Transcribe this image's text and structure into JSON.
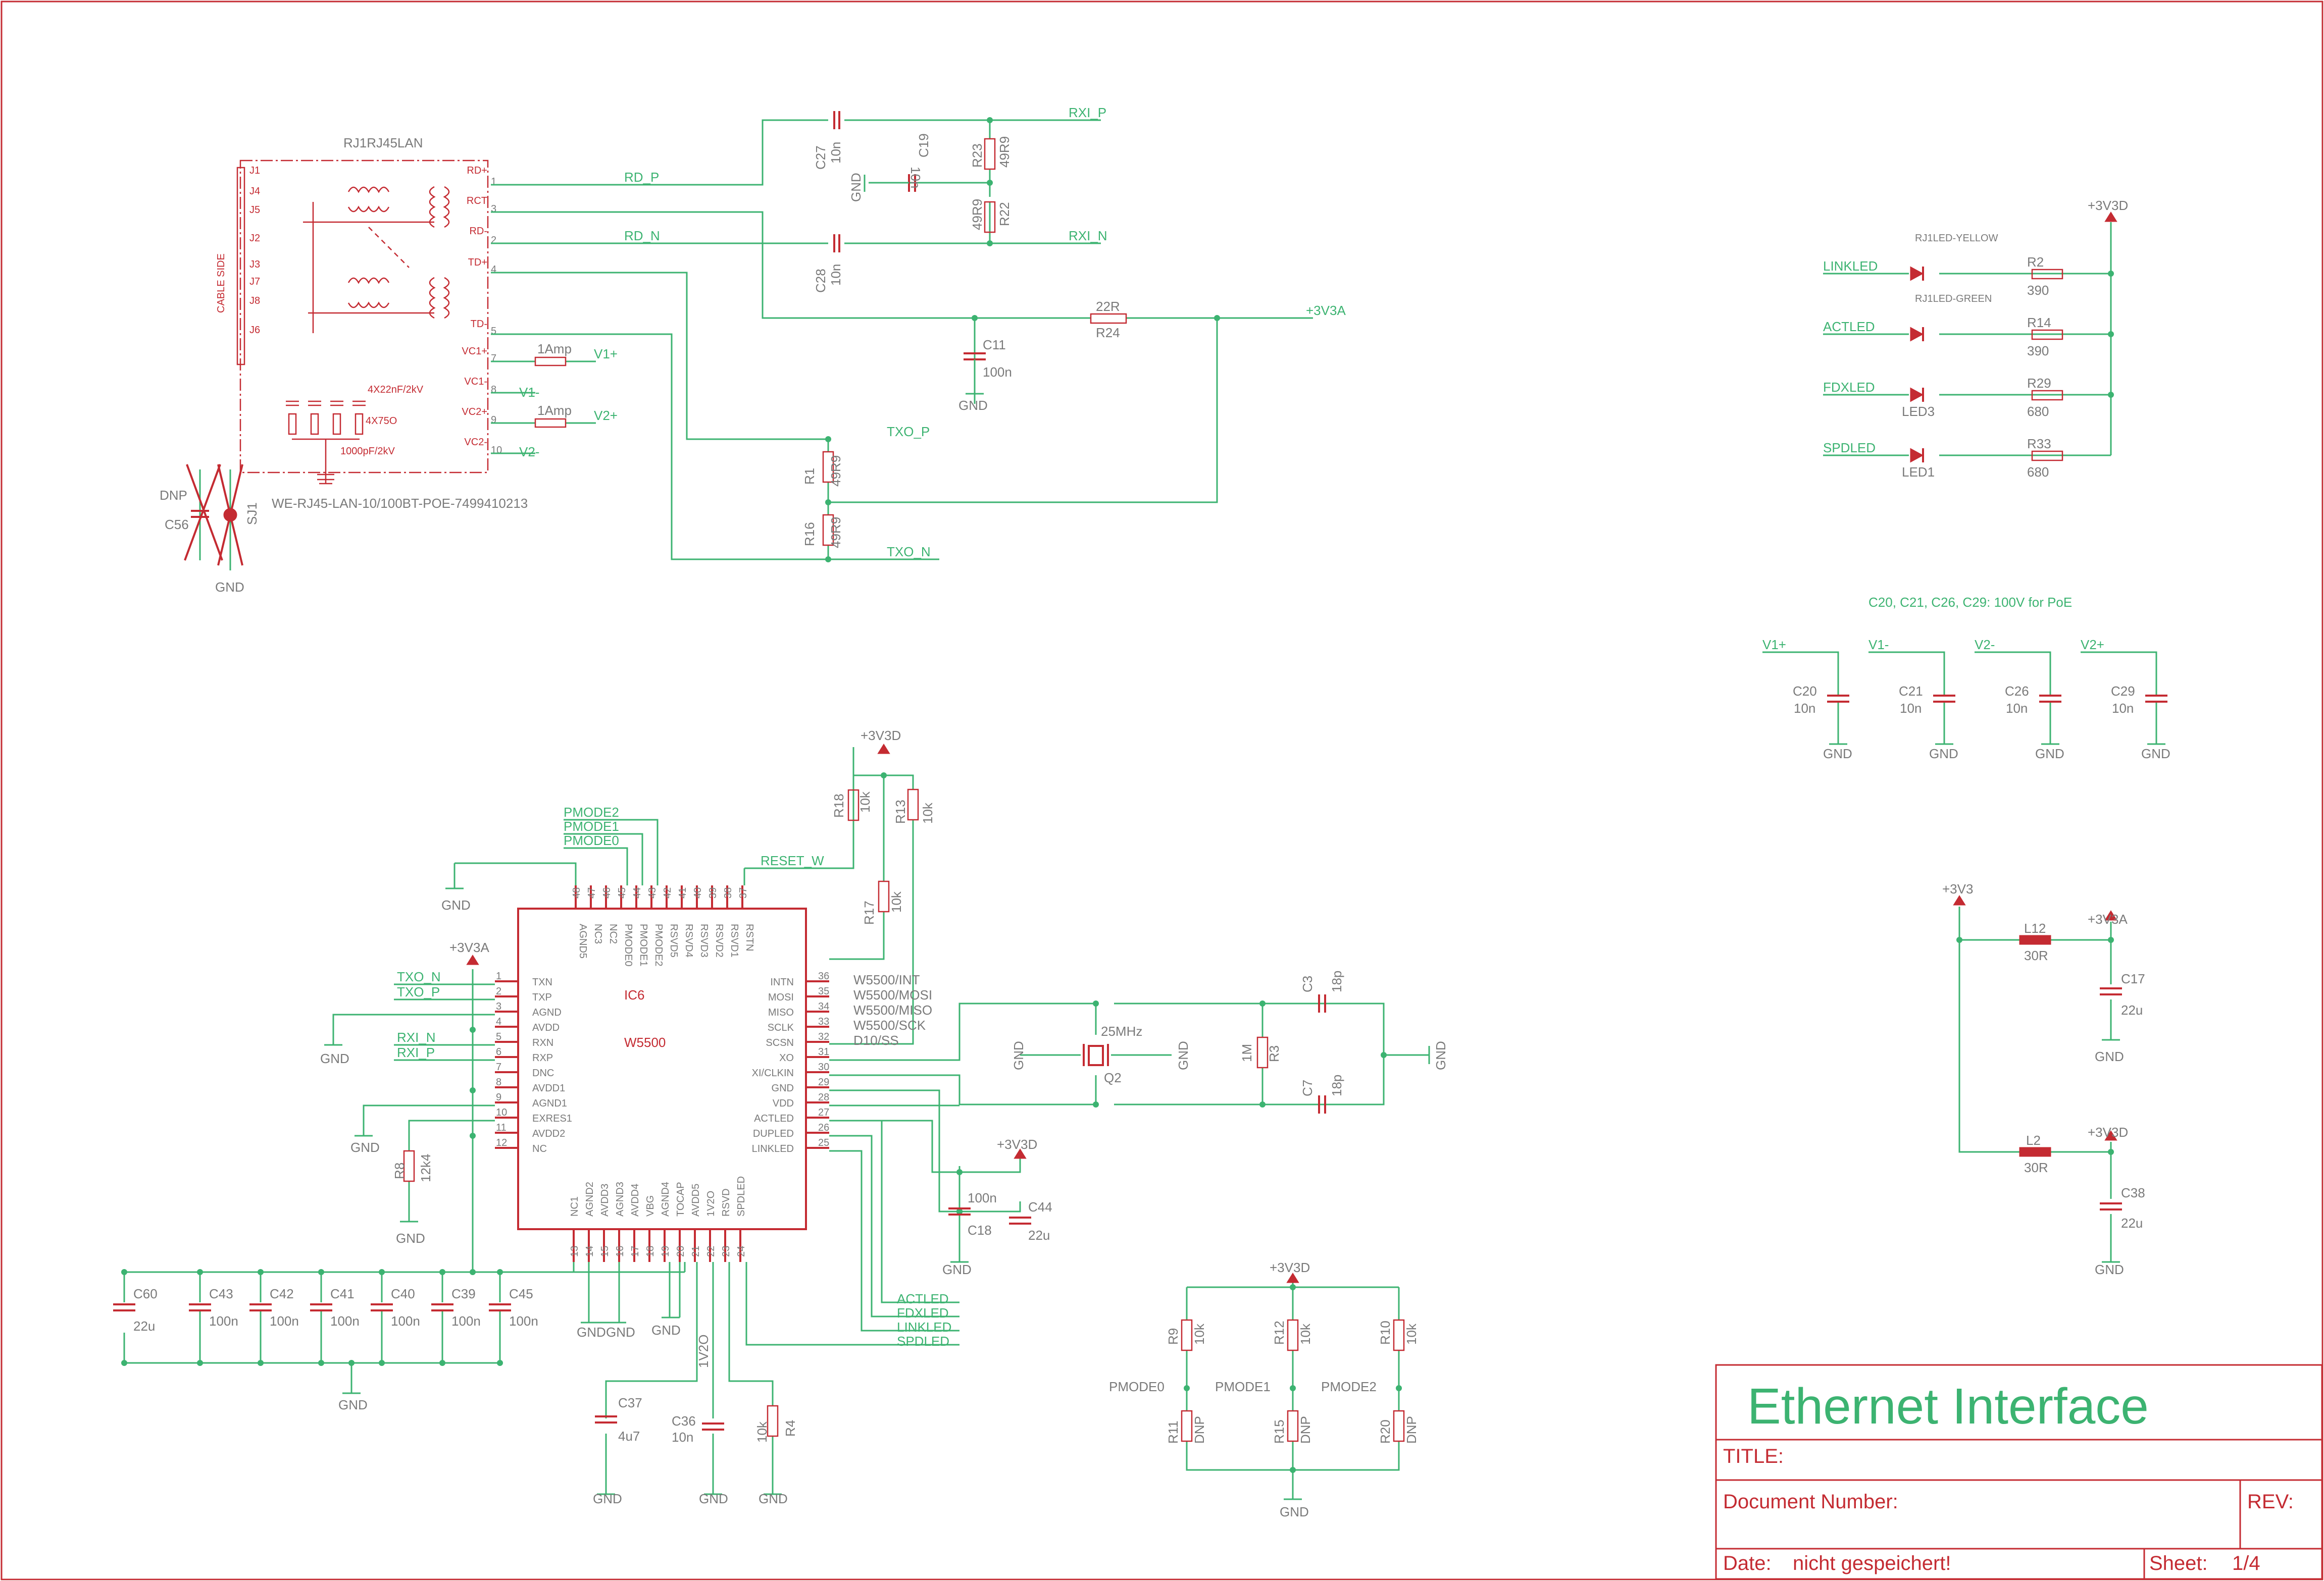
{
  "title_block": {
    "heading": "Ethernet Interface",
    "title_label": "TITLE:",
    "doc_number_label": "Document Number:",
    "rev_label": "REV:",
    "date_label": "Date:",
    "date_value": "nicht gespeichert!",
    "sheet_label": "Sheet:",
    "sheet_value": "1/4"
  },
  "notes": {
    "poe_note": "C20, C21, C26, C29: 100V for PoE"
  },
  "connector": {
    "name": "RJ1RJ45LAN",
    "part": "WE-RJ45-LAN-10/100BT-POE-7499410213",
    "cable_side": "CABLE SIDE",
    "pins_left": [
      "J1",
      "J4",
      "J5",
      "J2",
      "J3",
      "J7",
      "J8",
      "J6"
    ],
    "pins_right": [
      "RD+",
      "RCT",
      "RD-",
      "TD+",
      "TD-",
      "VC1+",
      "VC1-",
      "VC2+",
      "VC2-"
    ],
    "pin_numbers": [
      "1",
      "3",
      "2",
      "4",
      "5",
      "7",
      "8",
      "9",
      "10"
    ],
    "cap_note": "4X22nF/2kV",
    "res_note": "4X75O",
    "hv_cap": "1000pF/2kV"
  },
  "fuses": {
    "value": "1Amp"
  },
  "ic": {
    "ref": "IC6",
    "value": "W5500",
    "left_pins": [
      {
        "n": "1",
        "name": "TXN",
        "net": "TXO_N"
      },
      {
        "n": "2",
        "name": "TXP",
        "net": "TXO_P"
      },
      {
        "n": "3",
        "name": "AGND",
        "net": ""
      },
      {
        "n": "4",
        "name": "AVDD",
        "net": ""
      },
      {
        "n": "5",
        "name": "RXN",
        "net": "RXI_N"
      },
      {
        "n": "6",
        "name": "RXP",
        "net": "RXI_P"
      },
      {
        "n": "7",
        "name": "DNC",
        "net": ""
      },
      {
        "n": "8",
        "name": "AVDD1",
        "net": ""
      },
      {
        "n": "9",
        "name": "AGND1",
        "net": ""
      },
      {
        "n": "10",
        "name": "EXRES1",
        "net": ""
      },
      {
        "n": "11",
        "name": "AVDD2",
        "net": ""
      },
      {
        "n": "12",
        "name": "NC",
        "net": ""
      }
    ],
    "right_pins": [
      {
        "n": "36",
        "name": "INTN",
        "net": "W5500/INT"
      },
      {
        "n": "35",
        "name": "MOSI",
        "net": "W5500/MOSI"
      },
      {
        "n": "34",
        "name": "MISO",
        "net": "W5500/MISO"
      },
      {
        "n": "33",
        "name": "SCLK",
        "net": "W5500/SCK"
      },
      {
        "n": "32",
        "name": "SCSN",
        "net": "D10/SS"
      },
      {
        "n": "31",
        "name": "XO",
        "net": ""
      },
      {
        "n": "30",
        "name": "XI/CLKIN",
        "net": ""
      },
      {
        "n": "29",
        "name": "GND",
        "net": ""
      },
      {
        "n": "28",
        "name": "VDD",
        "net": ""
      },
      {
        "n": "27",
        "name": "ACTLED",
        "net": ""
      },
      {
        "n": "26",
        "name": "DUPLED",
        "net": ""
      },
      {
        "n": "25",
        "name": "LINKLED",
        "net": ""
      }
    ],
    "top_pins": [
      {
        "n": "48",
        "name": "AGND5"
      },
      {
        "n": "47",
        "name": "NC3"
      },
      {
        "n": "46",
        "name": "NC2"
      },
      {
        "n": "45",
        "name": "PMODE0"
      },
      {
        "n": "44",
        "name": "PMODE1"
      },
      {
        "n": "43",
        "name": "PMODE2"
      },
      {
        "n": "42",
        "name": "RSVD5"
      },
      {
        "n": "41",
        "name": "RSVD4"
      },
      {
        "n": "40",
        "name": "RSVD3"
      },
      {
        "n": "39",
        "name": "RSVD2"
      },
      {
        "n": "38",
        "name": "RSVD1"
      },
      {
        "n": "37",
        "name": "RSTN"
      }
    ],
    "bottom_pins": [
      {
        "n": "13",
        "name": "NC1"
      },
      {
        "n": "14",
        "name": "AGND2"
      },
      {
        "n": "15",
        "name": "AVDD3"
      },
      {
        "n": "16",
        "name": "AGND3"
      },
      {
        "n": "17",
        "name": "AVDD4"
      },
      {
        "n": "18",
        "name": "VBG"
      },
      {
        "n": "19",
        "name": "AGND4"
      },
      {
        "n": "20",
        "name": "TOCAP"
      },
      {
        "n": "21",
        "name": "AVDD5"
      },
      {
        "n": "22",
        "name": "1V2O"
      },
      {
        "n": "23",
        "name": "RSVD"
      },
      {
        "n": "24",
        "name": "SPDLED"
      }
    ]
  },
  "nets": {
    "rd_p": "RD_P",
    "rd_n": "RD_N",
    "rxi_p": "RXI_P",
    "rxi_n": "RXI_N",
    "txo_p": "TXO_P",
    "txo_n": "TXO_N",
    "v1p": "V1+",
    "v1m": "V1-",
    "v2p": "V2+",
    "v2m": "V2-",
    "v3a": "+3V3A",
    "v3d": "+3V3D",
    "v3": "+3V3",
    "gnd": "GND",
    "reset": "RESET_W",
    "pmode0": "PMODE0",
    "pmode1": "PMODE1",
    "pmode2": "PMODE2",
    "linkled": "LINKLED",
    "actled": "ACTLED",
    "fdxled": "FDXLED",
    "spdled": "SPDLED",
    "v12o": "1V2O"
  },
  "parts": {
    "C27": {
      "ref": "C27",
      "val": "10n"
    },
    "C28": {
      "ref": "C28",
      "val": "10n"
    },
    "C19": {
      "ref": "C19",
      "val": "10n"
    },
    "R23": {
      "ref": "R23",
      "val": "49R9"
    },
    "R22": {
      "ref": "R22",
      "val": "49R9"
    },
    "C11": {
      "ref": "C11",
      "val": "100n"
    },
    "R24": {
      "ref": "R24",
      "val": "22R"
    },
    "R1": {
      "ref": "R1",
      "val": "49R9"
    },
    "R16": {
      "ref": "R16",
      "val": "49R9"
    },
    "C56": {
      "ref": "C56",
      "val": "DNP"
    },
    "SJ1": {
      "ref": "SJ1"
    },
    "R18": {
      "ref": "R18",
      "val": "10k"
    },
    "R13": {
      "ref": "R13",
      "val": "10k"
    },
    "R17": {
      "ref": "R17",
      "val": "10k"
    },
    "C3": {
      "ref": "C3",
      "val": "18p"
    },
    "C7": {
      "ref": "C7",
      "val": "18p"
    },
    "R3": {
      "ref": "R3",
      "val": "1M"
    },
    "Q2": {
      "ref": "Q2",
      "val": "25MHz"
    },
    "C18": {
      "ref": "C18",
      "val": "100n"
    },
    "C44": {
      "ref": "C44",
      "val": "22u"
    },
    "R8": {
      "ref": "R8",
      "val": "12k4"
    },
    "C60": {
      "ref": "C60",
      "val": "22u"
    },
    "C43": {
      "ref": "C43",
      "val": "100n"
    },
    "C42": {
      "ref": "C42",
      "val": "100n"
    },
    "C41": {
      "ref": "C41",
      "val": "100n"
    },
    "C40": {
      "ref": "C40",
      "val": "100n"
    },
    "C39": {
      "ref": "C39",
      "val": "100n"
    },
    "C45": {
      "ref": "C45",
      "val": "100n"
    },
    "C37": {
      "ref": "C37",
      "val": "4u7"
    },
    "C36": {
      "ref": "C36",
      "val": "10n"
    },
    "R4": {
      "ref": "R4",
      "val": "10k"
    },
    "R9": {
      "ref": "R9",
      "val": "10k"
    },
    "R12": {
      "ref": "R12",
      "val": "10k"
    },
    "R10": {
      "ref": "R10",
      "val": "10k"
    },
    "R11": {
      "ref": "R11",
      "val": "DNP"
    },
    "R15": {
      "ref": "R15",
      "val": "DNP"
    },
    "R20": {
      "ref": "R20",
      "val": "DNP"
    },
    "R2": {
      "ref": "R2",
      "val": "390"
    },
    "R14": {
      "ref": "R14",
      "val": "390"
    },
    "R29": {
      "ref": "R29",
      "val": "680"
    },
    "R33": {
      "ref": "R33",
      "val": "680"
    },
    "LED_Y": {
      "ref": "RJ1LED-YELLOW"
    },
    "LED_G": {
      "ref": "RJ1LED-GREEN"
    },
    "LED3": {
      "ref": "LED3"
    },
    "LED1": {
      "ref": "LED1"
    },
    "C20": {
      "ref": "C20",
      "val": "10n"
    },
    "C21": {
      "ref": "C21",
      "val": "10n"
    },
    "C26": {
      "ref": "C26",
      "val": "10n"
    },
    "C29": {
      "ref": "C29",
      "val": "10n"
    },
    "L12": {
      "ref": "L12",
      "val": "30R"
    },
    "L2": {
      "ref": "L2",
      "val": "30R"
    },
    "C17": {
      "ref": "C17",
      "val": "22u"
    },
    "C38": {
      "ref": "C38",
      "val": "22u"
    }
  },
  "colors": {
    "wire": "#3cb371",
    "symbol": "#c42b32",
    "text": "#7a7a7a"
  }
}
